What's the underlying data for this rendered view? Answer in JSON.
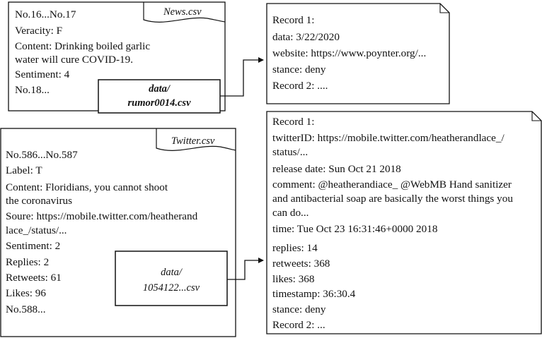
{
  "news_card": {
    "tab": "News.csv",
    "lines": [
      "No.16...No.17",
      "Veracity: F",
      "Content: Drinking boiled garlic",
      "water will cure COVID-19.",
      "Sentiment: 4",
      "No.18..."
    ],
    "file_line1": "data/",
    "file_line2": "rumor0014.csv"
  },
  "news_record": {
    "lines": [
      "Record 1:",
      "data: 3/22/2020",
      "website: https://www.poynter.org/...",
      "stance: deny",
      "Record 2: ...."
    ]
  },
  "twitter_card": {
    "tab": "Twitter.csv",
    "lines": [
      "No.586...No.587",
      "Label: T",
      "Content: Floridians, you cannot shoot",
      "the coronavirus",
      "Soure: https://mobile.twitter.com/heatherand",
      "lace_/status/...",
      "Sentiment: 2",
      "Replies: 2",
      "Retweets: 61",
      "Likes: 96",
      "No.588..."
    ],
    "file_line1": "data/",
    "file_line2": "1054122...csv"
  },
  "twitter_record": {
    "lines": [
      "Record 1:",
      "twitterID: https://mobile.twitter.com/heatherandlace_/",
      "status/...",
      "release date: Sun Oct 21 2018",
      "comment: @heatherandiace_ @WebMB Hand sanitizer",
      "and antibacterial soap are basically the worst things you",
      "can do...",
      "time: Tue Oct 23 16:31:46+0000 2018",
      "replies: 14",
      "retweets: 368",
      "likes: 368",
      "timestamp: 36:30.4",
      "stance: deny",
      "Record 2: ..."
    ]
  }
}
